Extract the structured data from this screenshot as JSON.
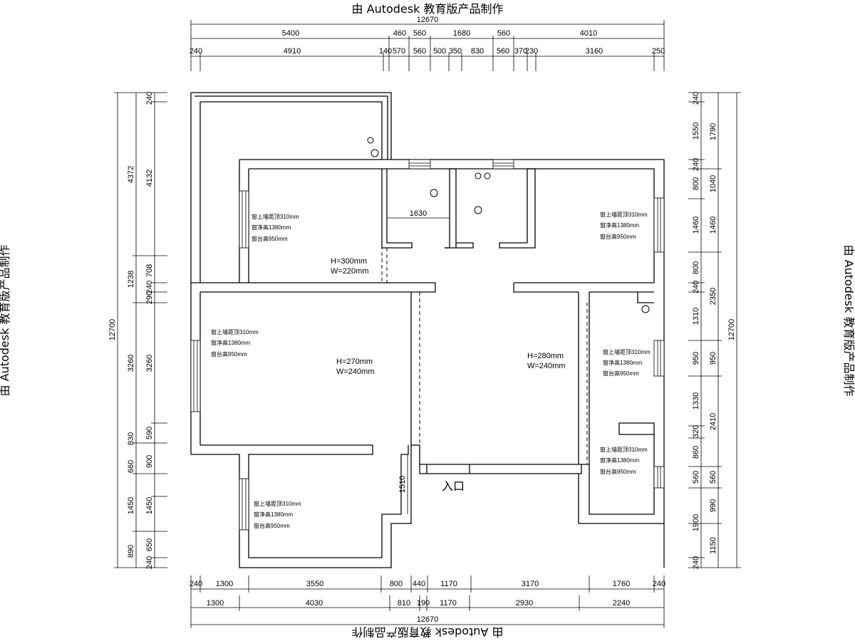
{
  "watermark": "由 Autodesk 教育版产品制作",
  "top_dims": {
    "total": "12670",
    "row1": [
      "5400",
      "460",
      "560",
      "1680",
      "560",
      "4010"
    ],
    "row2": [
      "240",
      "4910",
      "140",
      "570",
      "560",
      "500",
      "350",
      "830",
      "560",
      "370",
      "230",
      "3160",
      "250"
    ]
  },
  "bottom_dims": {
    "total": "12670",
    "row1": [
      "240",
      "1300",
      "3550",
      "800",
      "440",
      "1170",
      "3170",
      "1760",
      "240"
    ],
    "row2": [
      "1300",
      "4030",
      "810",
      "190",
      "1170",
      "2930",
      "2240"
    ]
  },
  "left_dims": {
    "total": "12700",
    "outer": [
      "4372",
      "1238",
      "3260",
      "830",
      "660",
      "1450",
      "890"
    ],
    "inner": [
      "240",
      "4132",
      "708",
      "240",
      "290",
      "3260",
      "590",
      "900",
      "1450",
      "650",
      "240"
    ]
  },
  "right_dims": {
    "total": "12700",
    "inner": [
      "240",
      "1550",
      "240",
      "800",
      "1460",
      "800",
      "240",
      "1310",
      "950",
      "1330",
      "320",
      "860",
      "560",
      "1900",
      "240"
    ],
    "outer": [
      "1790",
      "1040",
      "1460",
      "2350",
      "950",
      "2410",
      "560",
      "990",
      "1150"
    ]
  },
  "room_notes": {
    "line1": "窗上墙距顶310mm",
    "line2": "窗净高1380mm",
    "line3": "窗台高950mm"
  },
  "openings": [
    {
      "h": "H=300mm",
      "w": "W=220mm"
    },
    {
      "h": "H=270mm",
      "w": "W=240mm"
    },
    {
      "h": "H=280mm",
      "w": "W=240mm"
    }
  ],
  "inner_dims": {
    "corridor": "1630",
    "entry_wall": "1510"
  },
  "entrance": "入口"
}
